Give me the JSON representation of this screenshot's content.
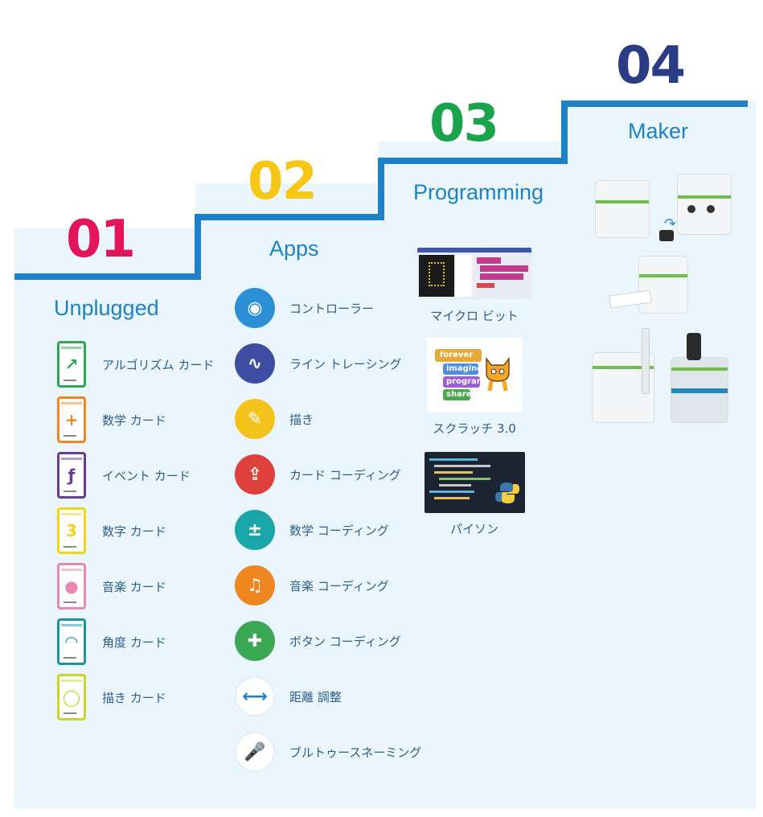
{
  "steps": [
    {
      "num": "01",
      "title": "Unplugged",
      "color": "#e4145b"
    },
    {
      "num": "02",
      "title": "Apps",
      "color": "#f7c715"
    },
    {
      "num": "03",
      "title": "Programming",
      "color": "#1ba34b"
    },
    {
      "num": "04",
      "title": "Maker",
      "color": "#2a3c84"
    }
  ],
  "unplugged": [
    {
      "label": "アルゴリズム カード",
      "icon": "algorithm-card-icon",
      "color": "#2fa84f"
    },
    {
      "label": "数学 カード",
      "icon": "math-card-icon",
      "color": "#f0861f"
    },
    {
      "label": "イベント カード",
      "icon": "event-card-icon",
      "color": "#6a3b92"
    },
    {
      "label": "数字 カード",
      "icon": "number-card-icon",
      "color": "#f2d41a"
    },
    {
      "label": "音楽 カード",
      "icon": "music-card-icon",
      "color": "#e889b4"
    },
    {
      "label": "角度 カード",
      "icon": "angle-card-icon",
      "color": "#1a93a3"
    },
    {
      "label": "描き カード",
      "icon": "drawing-card-icon",
      "color": "#c8d62a"
    }
  ],
  "apps": [
    {
      "label": "コントローラー",
      "icon": "controller-icon",
      "color": "#2b8fd6"
    },
    {
      "label": "ライン トレーシング",
      "icon": "line-tracing-icon",
      "color": "#3d4ea2"
    },
    {
      "label": "描き",
      "icon": "drawing-icon",
      "color": "#f3c31c"
    },
    {
      "label": "カード コーディング",
      "icon": "card-coding-icon",
      "color": "#e0403b"
    },
    {
      "label": "数学 コーディング",
      "icon": "math-coding-icon",
      "color": "#1aa6a8"
    },
    {
      "label": "音楽 コーディング",
      "icon": "music-coding-icon",
      "color": "#f0861f"
    },
    {
      "label": "ボタン コーディング",
      "icon": "button-coding-icon",
      "color": "#3aa852"
    },
    {
      "label": "距離 調整",
      "icon": "distance-icon",
      "color": "#1e82c8"
    },
    {
      "label": "ブルトゥースネーミング",
      "icon": "microphone-icon",
      "color": "#2b8fd6"
    }
  ],
  "programming": [
    {
      "label": "マイクロ ビット",
      "icon": "microbit-screenshot"
    },
    {
      "label": "スクラッチ 3.0",
      "icon": "scratch-logo"
    },
    {
      "label": "パイソン",
      "icon": "python-screenshot"
    }
  ],
  "scratch_blocks": [
    "forever",
    "imagine",
    "program",
    "share"
  ],
  "card_marks": [
    "↗",
    "+",
    "ƒ",
    "3",
    "●",
    "◠",
    "◯"
  ],
  "app_glyphs": [
    "◉",
    "∿",
    "✎",
    "⇪",
    "±",
    "♫",
    "✚",
    "⟷",
    "🎤"
  ]
}
